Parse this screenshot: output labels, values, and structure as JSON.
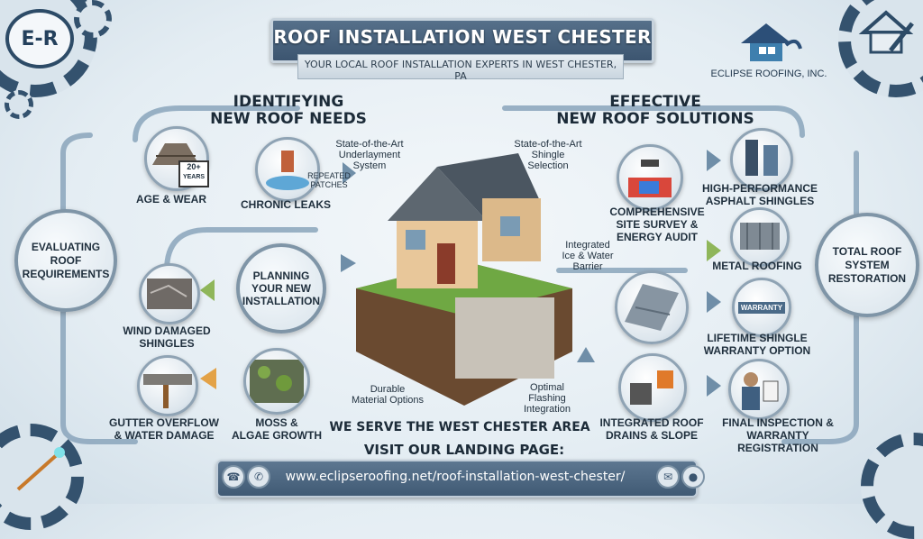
{
  "header": {
    "logo_text": "E-R",
    "title": "ROOF INSTALLATION WEST CHESTER",
    "subtitle": "YOUR LOCAL ROOF INSTALLATION EXPERTS IN WEST CHESTER, PA",
    "company": "ECLIPSE ROOFING, INC."
  },
  "left": {
    "heading_line1": "IDENTIFYING",
    "heading_line2": "NEW ROOF NEEDS",
    "hub_line1": "EVALUATING",
    "hub_line2": "ROOF",
    "hub_line3": "REQUIREMENTS",
    "planning_line1": "PLANNING",
    "planning_line2": "YOUR NEW",
    "planning_line3": "INSTALLATION",
    "age_badge_line1": "20+",
    "age_badge_line2": "YEARS",
    "patch_line1": "REPEATED",
    "patch_line2": "PATCHES",
    "age_wear": "AGE & WEAR",
    "chronic_leaks": "CHRONIC LEAKS",
    "wind_line1": "WIND DAMAGED",
    "wind_line2": "SHINGLES",
    "gutter_line1": "GUTTER OVERFLOW",
    "gutter_line2": "& WATER DAMAGE",
    "moss_line1": "MOSS &",
    "moss_line2": "ALGAE GROWTH"
  },
  "center": {
    "underlayment_line1": "State-of-the-Art",
    "underlayment_line2": "Underlayment",
    "underlayment_line3": "System",
    "shingle_line1": "State-of-the-Art",
    "shingle_line2": "Shingle",
    "shingle_line3": "Selection",
    "ice_line1": "Integrated",
    "ice_line2": "Ice & Water",
    "ice_line3": "Barrier",
    "durable_line1": "Durable",
    "durable_line2": "Material Options",
    "flashing_line1": "Optimal",
    "flashing_line2": "Flashing",
    "flashing_line3": "Integration",
    "serve_area": "WE SERVE THE WEST CHESTER AREA"
  },
  "right": {
    "heading_line1": "EFFECTIVE",
    "heading_line2": "NEW ROOF SOLUTIONS",
    "survey_line1": "COMPREHENSIVE",
    "survey_line2": "SITE SURVEY &",
    "survey_line3": "ENERGY AUDIT",
    "asphalt_line1": "HIGH-PERFORMANCE",
    "asphalt_line2": "ASPHALT SHINGLES",
    "metal": "METAL ROOFING",
    "hub_line1": "TOTAL ROOF",
    "hub_line2": "SYSTEM",
    "hub_line3": "RESTORATION",
    "warranty_badge": "WARRANTY",
    "warranty_line1": "LIFETIME SHINGLE",
    "warranty_line2": "WARRANTY OPTION",
    "drains_line1": "INTEGRATED ROOF",
    "drains_line2": "DRAINS & SLOPE",
    "final_line1": "FINAL INSPECTION &",
    "final_line2": "WARRANTY REGISTRATION"
  },
  "footer": {
    "title": "VISIT OUR LANDING PAGE:",
    "url": "www.eclipseroofing.net/roof-installation-west-chester/"
  }
}
